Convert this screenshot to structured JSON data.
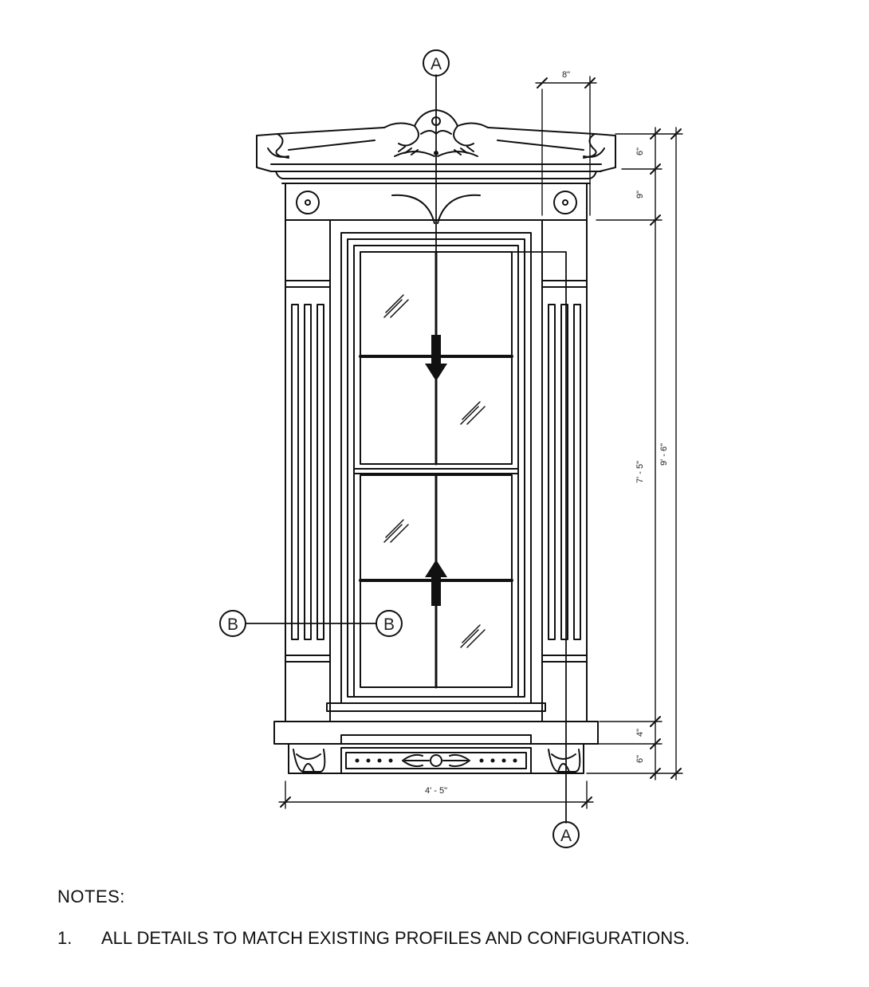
{
  "section_markers": {
    "a": "A",
    "b": "B"
  },
  "dimensions": {
    "top_projection_width": "8\"",
    "crown_height": "6\"",
    "frieze_height": "9\"",
    "window_height": "7' - 5\"",
    "overall_height": "9' - 6\"",
    "sill_height": "4\"",
    "apron_height": "6\"",
    "overall_width": "4' - 5\""
  },
  "notes": {
    "heading": "NOTES:",
    "items": [
      {
        "num": "1.",
        "text": "ALL DETAILS TO MATCH EXISTING PROFILES AND CONFIGURATIONS."
      }
    ]
  }
}
